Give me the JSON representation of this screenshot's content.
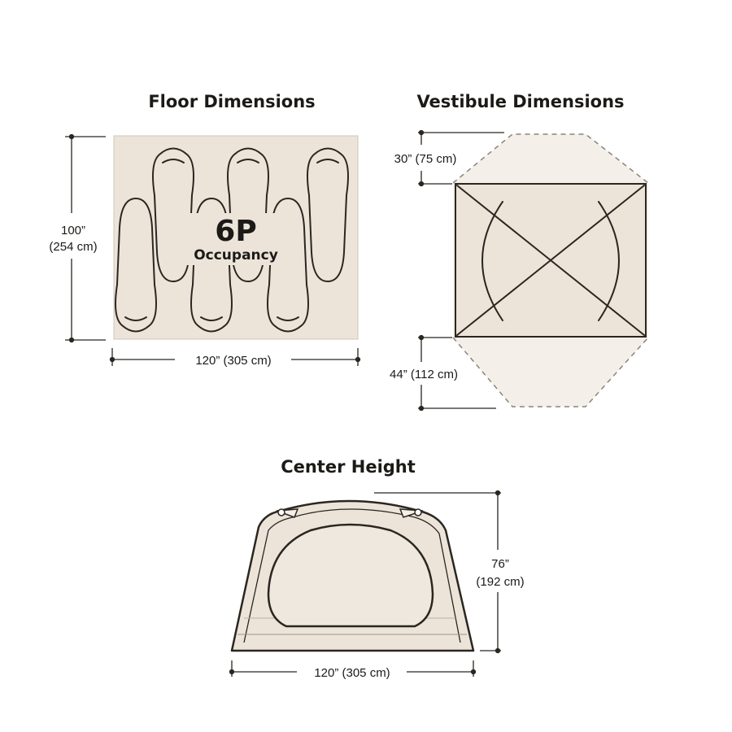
{
  "sections": {
    "floor": {
      "title": "Floor Dimensions",
      "width_label": "120” (305 cm)",
      "depth_label_line1": "100”",
      "depth_label_line2": "(254 cm)",
      "occupancy_number": "6P",
      "occupancy_label": "Occupancy"
    },
    "vestibule": {
      "title": "Vestibule Dimensions",
      "top_label": "30” (75 cm)",
      "bottom_label": "44” (112 cm)"
    },
    "height": {
      "title": "Center Height",
      "height_label_line1": "76”",
      "height_label_line2": "(192 cm)",
      "width_label": "120” (305 cm)"
    }
  },
  "colors": {
    "base": "#ece4d9",
    "ink": "#2a2620",
    "background": "#ffffff"
  }
}
